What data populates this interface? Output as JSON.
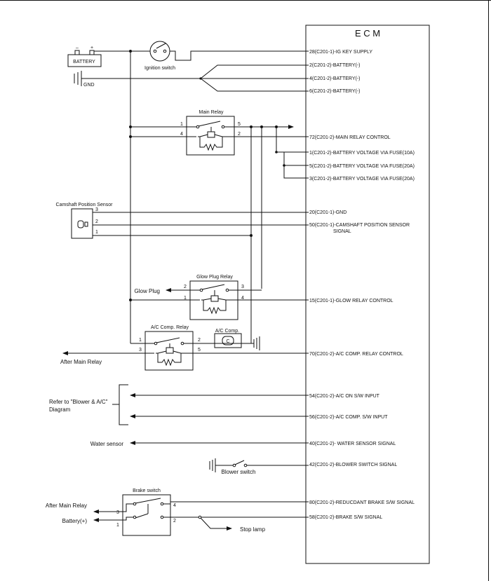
{
  "ecm": {
    "title": "E C M",
    "pins": [
      {
        "label": "28(C201-1)-IG KEY SUPPLY"
      },
      {
        "label": "2(C201-2)-BATTERY(-)"
      },
      {
        "label": "4(C201-2)-BATTERY(-)"
      },
      {
        "label": "6(C201-2)-BATTERY(-)"
      },
      {
        "label": "72(C201-2)-MAIN RELAY CONTROL"
      },
      {
        "label": "1(C201-2)-BATTERY VOLTAGE VIA FUSE(10A)"
      },
      {
        "label": "5(C201-2)-BATTERY VOLTAGE VIA FUSE(20A)"
      },
      {
        "label": "3(C201-2)-BATTERY VOLTAGE VIA FUSE(20A)"
      },
      {
        "label": "20(C201-1)-GND"
      },
      {
        "label": "50(C201-1)-CAMSHAFT POSITION SENSOR"
      },
      {
        "label": "15(C201-1)-GLOW RELAY CONTROL"
      },
      {
        "label": "70(C201-2)-A/C COMP. RELAY CONTROL"
      },
      {
        "label": "54(C201-2)-A/C ON S/W INPUT"
      },
      {
        "label": "56(C201-2)-A/C COMP. S/W INPUT"
      },
      {
        "label": "40(C201-2)- WATER SENSOR SIGNAL"
      },
      {
        "label": "42(C201-2)-BLOWER SWITCH SIGNAL"
      },
      {
        "label": "80(C201-2)-REDUCDANT BRAKE S/W SIGNAL"
      },
      {
        "label": "58(C201-2)-BRAKE S/W SIGNAL"
      }
    ],
    "cam_signal_line2": "SIGNAL"
  },
  "battery": {
    "label": "BATTERY",
    "neg": "–",
    "pos": "+"
  },
  "gnd_label": "GND",
  "ignition_switch": "Ignition switch",
  "main_relay": {
    "title": "Main Relay",
    "pins": [
      "1",
      "4",
      "5",
      "2"
    ]
  },
  "cam_sensor": {
    "title": "Camshaft Position Sensor",
    "pins": [
      "3",
      "2",
      "1"
    ]
  },
  "glow_relay": {
    "title": "Glow Plug Relay",
    "pins": [
      "2",
      "1",
      "3",
      "4"
    ],
    "glow_plug": "Glow Plug"
  },
  "ac_relay": {
    "title": "A/C Comp. Relay",
    "pins": [
      "1",
      "3",
      "2",
      "5"
    ],
    "ac_comp": "A/C Comp.",
    "ac_comp_symbol": "C",
    "after_main_relay": "After Main Relay"
  },
  "refer": {
    "line1": "Refer to \"Blower & A/C\"",
    "line2": "Diagram"
  },
  "water_sensor": "Water sensor",
  "blower_switch": "Blower switch",
  "brake_switch": {
    "title": "Brake switch",
    "pins": [
      "3",
      "1",
      "4",
      "2"
    ],
    "after_main_relay": "After Main Relay",
    "battery_plus": "Battery(+)",
    "stop_lamp": "Stop lamp"
  }
}
